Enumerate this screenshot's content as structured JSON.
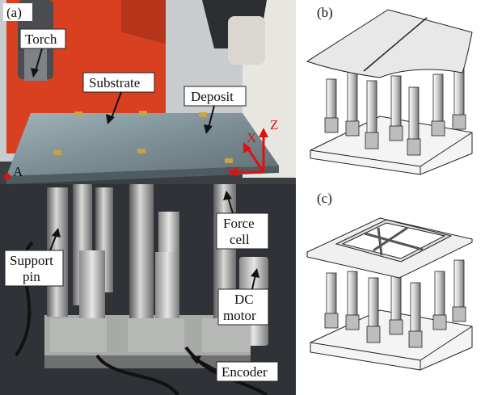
{
  "panels": {
    "a": "(a)",
    "b": "(b)",
    "c": "(c)"
  },
  "photo_labels": {
    "torch": "Torch",
    "substrate": "Substrate",
    "deposit": "Deposit",
    "force_cell_1": "Force",
    "force_cell_2": "cell",
    "support_pin_1": "Support",
    "support_pin_2": "pin",
    "dc_motor_1": "DC",
    "dc_motor_2": "motor",
    "encoder": "Encoder",
    "point_a": "A"
  },
  "axes": {
    "x": "X",
    "y": "Y",
    "z": "Z",
    "color": "#e01010"
  }
}
